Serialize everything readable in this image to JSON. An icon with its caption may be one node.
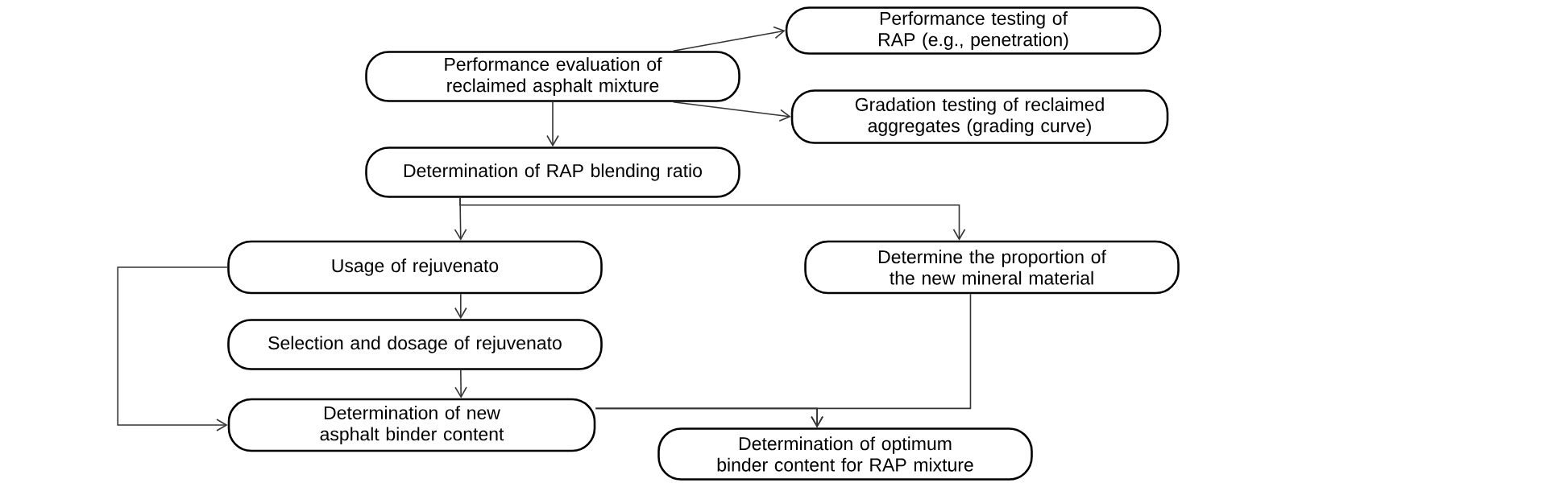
{
  "diagram": {
    "nodes": [
      {
        "text": [
          "Performance evaluation of reclaimed asphalt mixture"
        ]
      },
      {
        "text": [
          "Performance testing of RAP (e.g., penetration)"
        ]
      },
      {
        "text": [
          "Gradation testing of reclaimed aggregates (grading curve)"
        ]
      },
      {
        "text": [
          "Determination of RAP blending ratio"
        ]
      },
      {
        "text": [
          "Usage of rejuvenato"
        ]
      },
      {
        "text": [
          "Determine the proportion of the new mineral material"
        ]
      },
      {
        "text": [
          "Selection and dosage of rejuvenato"
        ]
      },
      {
        "text": [
          "Determination of new asphalt binder content"
        ]
      },
      {
        "text": [
          "Determination of optimum binder content for RAP mixture"
        ]
      }
    ],
    "edges": [
      {
        "from": 0,
        "to": 1,
        "arrow": "to"
      },
      {
        "from": 0,
        "to": 2,
        "arrow": "to"
      },
      {
        "from": 0,
        "to": 3,
        "arrow": "to"
      },
      {
        "from": 3,
        "to": 4,
        "arrow": "to"
      },
      {
        "from": 3,
        "to": 5,
        "arrow": "to"
      },
      {
        "from": 4,
        "to": 6,
        "arrow": "to"
      },
      {
        "from": 6,
        "to": 7,
        "arrow": "to"
      },
      {
        "from": 4,
        "to": 7,
        "arrow": "to"
      },
      {
        "from": 7,
        "to": 8,
        "arrow": "to"
      },
      {
        "from": 5,
        "to": 8,
        "arrow": "to"
      }
    ]
  }
}
